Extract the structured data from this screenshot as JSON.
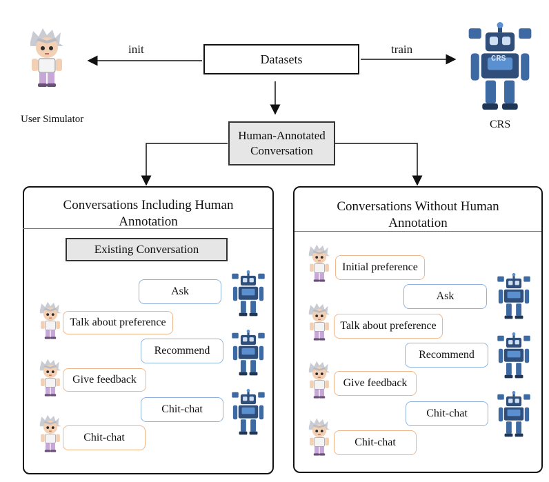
{
  "top": {
    "datasets_label": "Datasets",
    "init_label": "init",
    "train_label": "train",
    "user_simulator_label": "User Simulator",
    "crs_label": "CRS",
    "crs_badge": "CRS",
    "human_annotated_line1": "Human-Annotated",
    "human_annotated_line2": "Conversation"
  },
  "left_panel": {
    "title_line1": "Conversations Including Human",
    "title_line2": "Annotation",
    "existing_conversation": "Existing Conversation",
    "bubbles": [
      "Ask",
      "Talk about preference",
      "Recommend",
      "Give feedback",
      "Chit-chat",
      "Chit-chat"
    ]
  },
  "right_panel": {
    "title_line1": "Conversations Without Human",
    "title_line2": "Annotation",
    "bubbles": [
      "Initial preference",
      "Ask",
      "Talk about preference",
      "Recommend",
      "Give feedback",
      "Chit-chat",
      "Chit-chat"
    ]
  },
  "colors": {
    "robot_bubble_border": "#8fb2e0",
    "user_bubble_border": "#f0b68a",
    "annotated_box_fill": "#e6e6e6",
    "robot_body": "#2f4f7a",
    "robot_screen": "#5a8fd0",
    "user_hair": "#c9ccd3"
  }
}
